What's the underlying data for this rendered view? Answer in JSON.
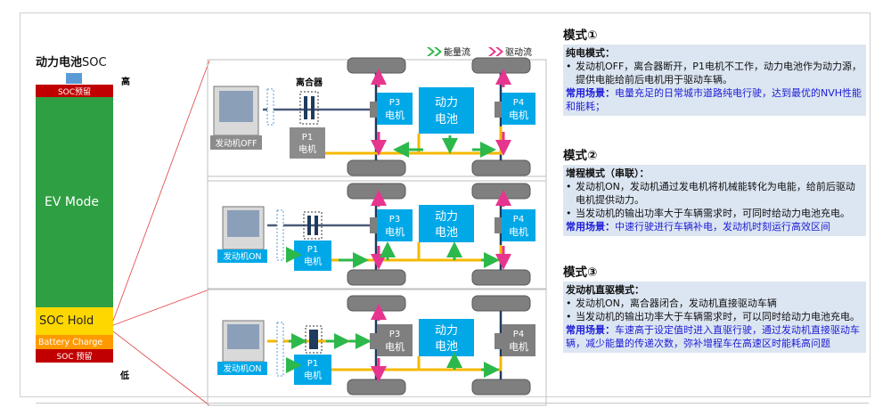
{
  "battery": {
    "title_bold": "动力电池",
    "title_normal": "SOC",
    "top_reserve": "SOC预留",
    "ev_mode": "EV Mode",
    "soc_hold": "SOC Hold",
    "battery_charge": "Battery Charge",
    "bottom_reserve": "SOC 预留",
    "high": "高",
    "low": "低"
  },
  "legend": {
    "energy_flow": "能量流",
    "drive_flow": "驱动流"
  },
  "diagram": {
    "clutch": "离合器",
    "panels": [
      {
        "engine_label": "发动机OFF",
        "p1": [
          "P1",
          "电机"
        ],
        "p3": [
          "P3",
          "电机"
        ],
        "p4": [
          "P4",
          "电机"
        ],
        "battery": [
          "动力",
          "电池"
        ]
      },
      {
        "engine_label": "发动机ON",
        "p1": [
          "P1",
          "电机"
        ],
        "p3": [
          "P3",
          "电机"
        ],
        "p4": [
          "P4",
          "电机"
        ],
        "battery": [
          "动力",
          "电池"
        ]
      },
      {
        "engine_label": "发动机ON",
        "p1": [
          "P1",
          "电机"
        ],
        "p3": [
          "P3",
          "电机"
        ],
        "p4": [
          "P4",
          "电机"
        ],
        "battery": [
          "动力",
          "电池"
        ]
      }
    ]
  },
  "modes": [
    {
      "heading": "模式①",
      "subtitle": "纯电模式：",
      "bullets": [
        "发动机OFF，离合器断开，P1电机不工作，动力电池作为动力源，提供电能给前后电机用于驱动车辆。"
      ],
      "scene_label": "常用场景：",
      "scene_text": "电量充足的日常城市道路纯电行驶，达到最优的NVH性能和能耗；"
    },
    {
      "heading": "模式②",
      "subtitle": "增程模式（串联）：",
      "bullets": [
        "发动机ON，发动机通过发电机将机械能转化为电能，给前后驱动电机提供动力。",
        "当发动机的输出功率大于车辆需求时，可同时给动力电池充电。"
      ],
      "scene_label": "常用场景：",
      "scene_text": "中速行驶进行车辆补电，发动机时刻运行高效区间"
    },
    {
      "heading": "模式③",
      "subtitle": "发动机直驱模式：",
      "bullets": [
        "发动机ON，离合器闭合，发动机直接驱动车辆",
        "当发动机的输出功率大于车辆需求时，可以同时给动力电池充电。"
      ],
      "scene_label": "常用场景：",
      "scene_text": "车速高于设定值时进入直驱行驶，通过发动机直接驱动车辆，减少能量的传递次数，弥补增程车在高速区时能耗高问题"
    }
  ],
  "colors": {
    "soc_red": "#c00000",
    "ev_green": "#2ea043",
    "hold_yellow": "#ffd700",
    "charge_orange": "#ff9900",
    "component_blue": "#00a8e8",
    "energy_green": "#2db84b",
    "drive_pink": "#e6358e",
    "shaft_yellow": "#f5b800",
    "mode_box": "#dce6f2",
    "scene_blue": "#1c1cd6"
  }
}
